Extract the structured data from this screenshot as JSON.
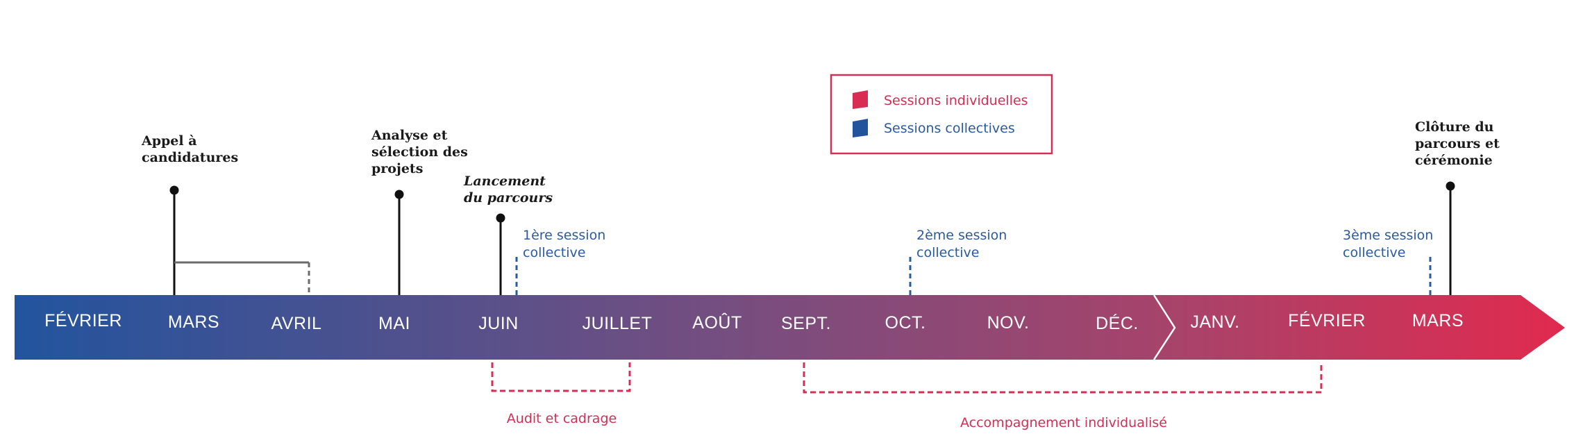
{
  "colors": {
    "blue": "#22549e",
    "red": "#d92c52",
    "milestone_line": "#111111",
    "bracket_grey": "#6b6b6b",
    "session_blue": "#2a5aa0",
    "bracket_red": "#d32f55"
  },
  "legend": {
    "individual_label": "Sessions individuelles",
    "collective_label": "Sessions collectives"
  },
  "months": [
    "FÉVRIER",
    "MARS",
    "AVRIL",
    "MAI",
    "JUIN",
    "JUILLET",
    "AOÛT",
    "SEPT.",
    "OCT.",
    "NOV.",
    "DÉC.",
    "JANV.",
    "FÉVRIER",
    "MARS"
  ],
  "milestones": {
    "appel": [
      "Appel à",
      "candidatures"
    ],
    "analyse": [
      "Analyse et",
      "sélection des",
      "projets"
    ],
    "lancement": [
      "Lancement",
      "du parcours"
    ],
    "cloture": [
      "Clôture du",
      "parcours et",
      "cérémonie"
    ]
  },
  "sessions": {
    "first": [
      "1ère session",
      "collective"
    ],
    "second": [
      "2ème session",
      "collective"
    ],
    "third": [
      "3ème session",
      "collective"
    ]
  },
  "brackets": {
    "audit": "Audit et cadrage",
    "accompagnement": "Accompagnement individualisé"
  }
}
